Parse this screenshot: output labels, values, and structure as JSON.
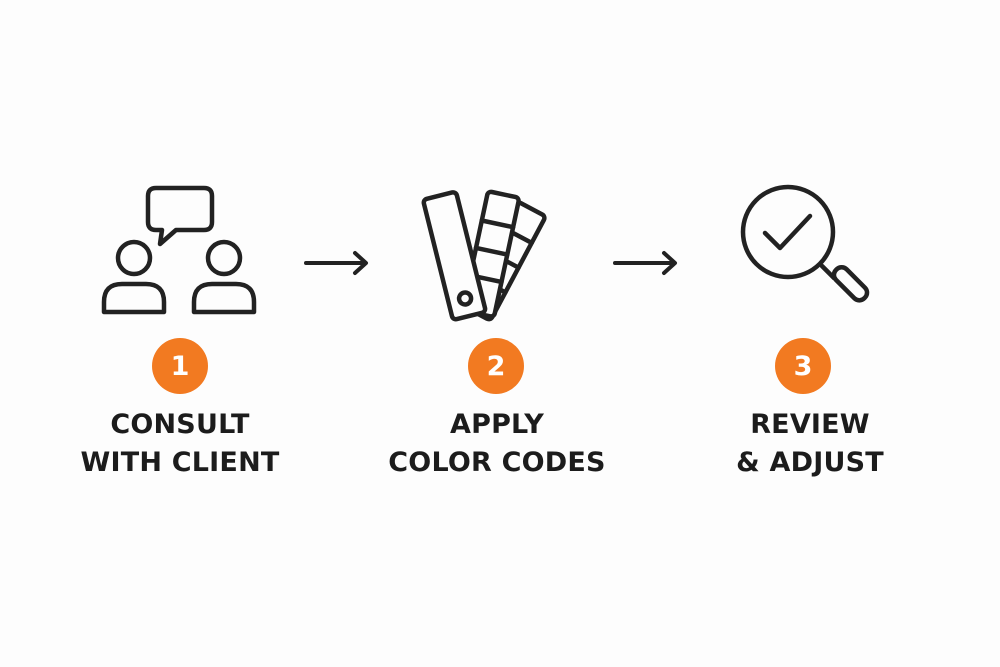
{
  "colors": {
    "accent": "#f27a21",
    "stroke": "#222222",
    "text": "#1c1c1c",
    "background": "#fdfdfd"
  },
  "steps": [
    {
      "number": "1",
      "icon": "people-chat-icon",
      "label_lines": [
        "CONSULT",
        "WITH CLIENT"
      ]
    },
    {
      "number": "2",
      "icon": "color-swatch-fan-icon",
      "label_lines": [
        "APPLY",
        "COLOR CODES"
      ]
    },
    {
      "number": "3",
      "icon": "magnifier-check-icon",
      "label_lines": [
        "REVIEW",
        "& ADJUST"
      ]
    }
  ],
  "connectors": [
    {
      "from": "1",
      "to": "2",
      "icon": "arrow-right-icon"
    },
    {
      "from": "2",
      "to": "3",
      "icon": "arrow-right-icon"
    }
  ]
}
